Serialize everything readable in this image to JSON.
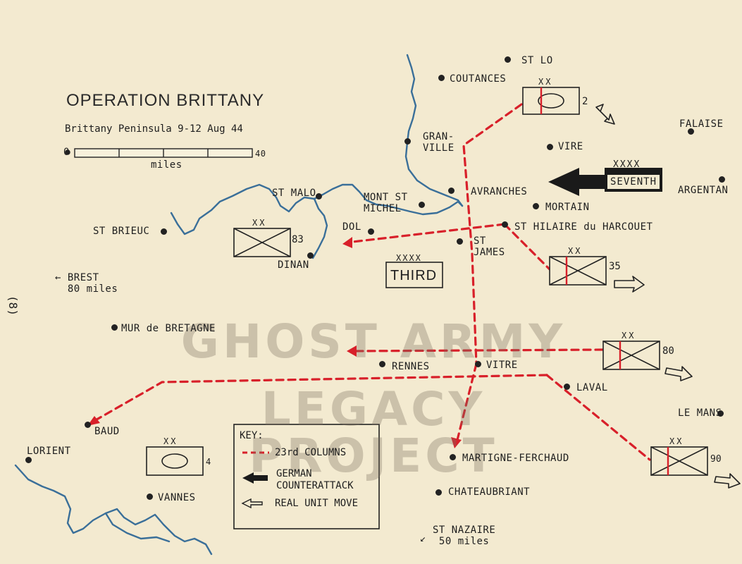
{
  "title": "OPERATION BRITTANY",
  "subtitle": "Brittany Peninsula 9-12 Aug 44",
  "scale": {
    "start": "0",
    "end": "40",
    "unit": "miles"
  },
  "margin_number": "(8)",
  "watermark": {
    "line1": "GHOST ARMY",
    "line2": "LEGACY PROJECT"
  },
  "places": {
    "st_lo": "ST LO",
    "coutances": "COUTANCES",
    "falaise": "FALAISE",
    "granville": "GRAN-\nVILLE",
    "vire": "VIRE",
    "argentan": "ARGENTAN",
    "avranches": "AVRANCHES",
    "mortain": "MORTAIN",
    "st_malo": "ST MALO",
    "mont_st_michel": "MONT ST\nMICHEL",
    "st_brieuc": "ST BRIEUC",
    "dol": "DOL",
    "st_hilaire": "ST HILAIRE du HARCOUET",
    "st_james": "ST\nJAMES",
    "dinan": "DINAN",
    "brest": "← BREST\n  80 miles",
    "mur_de_bretagne": "MUR de BRETAGNE",
    "rennes": "RENNES",
    "vitre": "VITRE",
    "laval": "LAVAL",
    "le_mans": "LE MANS",
    "baud": "BAUD",
    "lorient": "LORIENT",
    "vannes": "VANNES",
    "martigne": "MARTIGNE-FERCHAUD",
    "chateaubriant": "CHATEAUBRIANT",
    "st_nazaire": "ST NAZAIRE\n 50 miles"
  },
  "armies": {
    "seventh": {
      "label": "SEVENTH",
      "echelon": "XXXX"
    },
    "third": {
      "label": "THIRD",
      "echelon": "XXXX"
    }
  },
  "units": {
    "u2": {
      "number": "2",
      "echelon": "XX",
      "type": "armored"
    },
    "u83": {
      "number": "83",
      "echelon": "XX",
      "type": "infantry"
    },
    "u35": {
      "number": "35",
      "echelon": "XX",
      "type": "infantry"
    },
    "u80": {
      "number": "80",
      "echelon": "XX",
      "type": "infantry"
    },
    "u4": {
      "number": "4",
      "echelon": "XX",
      "type": "armored"
    },
    "u90": {
      "number": "90",
      "echelon": "XX",
      "type": "infantry"
    }
  },
  "key": {
    "title": "KEY:",
    "items": [
      "23rd COLUMNS",
      "GERMAN\nCOUNTERATTACK",
      "REAL UNIT MOVE"
    ]
  },
  "colors": {
    "paper": "#f3ead0",
    "route": "#d8202a",
    "water": "#3a6f99",
    "ink": "#1e1e1e"
  }
}
